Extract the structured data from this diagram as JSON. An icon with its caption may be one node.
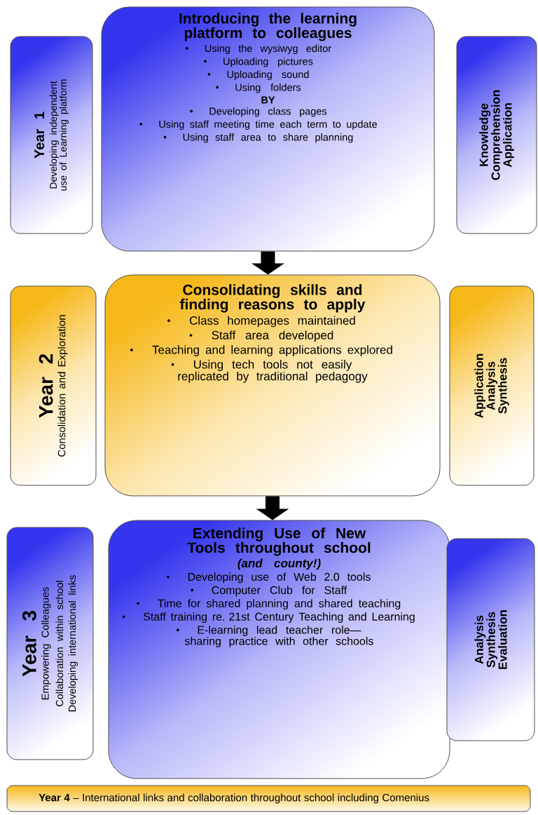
{
  "diagram": {
    "nodes": [
      {
        "text": [
          "Year 1",
          "Developing independent use of Learning platform"
        ]
      },
      {
        "text": [
          "Introducing the learning platform to colleagues",
          "Using the wysiwyg editor",
          "Uploading pictures",
          "Uploading sound",
          "Using folders",
          "BY",
          "Developing class pages",
          "Using staff meeting time each term to update",
          "Using staff area to share planning"
        ]
      },
      {
        "text": [
          "Knowledge",
          "Comprehension",
          "Application"
        ]
      },
      {
        "text": [
          "Year 2",
          "Consolidation and Exploration"
        ]
      },
      {
        "text": [
          "Consolidating skills and finding reasons to apply",
          "Class homepages maintained",
          "Staff area developed",
          "Teaching and learning applications explored",
          "Using tech tools not easily replicated by  traditional pedagogy"
        ]
      },
      {
        "text": [
          "Application",
          "Analysis",
          "Synthesis"
        ]
      },
      {
        "text": [
          "Year 3",
          "Empowering Colleagues",
          "Collaboration within school",
          "Developing international links"
        ]
      },
      {
        "text": [
          "Extending Use of New Tools throughout school",
          "(and county!)",
          "Developing use of Web 2.0 tools",
          "Computer Club for Staff",
          "Time for shared planning and shared teaching",
          "Staff training re. 21st Century Teaching and Learning",
          "E-learning lead teacher role—sharing practice with other schools"
        ]
      },
      {
        "text": [
          "Analysis",
          "Synthesis",
          "Evaluation"
        ]
      },
      {
        "text": [
          "**Year 4** – International links and collaboration throughout school including Comenius"
        ]
      }
    ],
    "edges": [
      {
        "from": 1,
        "to": 4,
        "arrow": "to"
      },
      {
        "from": 4,
        "to": 7,
        "arrow": "to"
      }
    ]
  }
}
